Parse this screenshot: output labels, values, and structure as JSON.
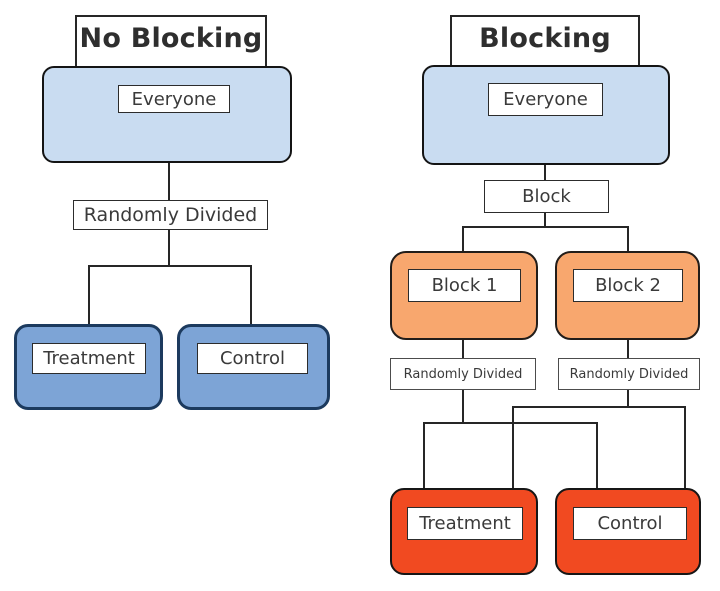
{
  "colors": {
    "background": "#ffffff",
    "light_blue": "#c9dcf1",
    "medium_blue": "#7da4d6",
    "medium_blue_border": "#1c3a5e",
    "orange": "#f8a76e",
    "red": "#f14a21",
    "line": "#262626",
    "text": "#3a3a3a"
  },
  "left_tree": {
    "title": "No Blocking",
    "root_label": "Everyone",
    "split_label": "Randomly Divided",
    "leaves": [
      {
        "label": "Treatment"
      },
      {
        "label": "Control"
      }
    ]
  },
  "right_tree": {
    "title": "Blocking",
    "root_label": "Everyone",
    "block_label": "Block",
    "blocks": [
      {
        "label": "Block 1"
      },
      {
        "label": "Block 2"
      }
    ],
    "splits": [
      {
        "label": "Randomly Divided"
      },
      {
        "label": "Randomly Divided"
      }
    ],
    "leaves": [
      {
        "label": "Treatment"
      },
      {
        "label": "Control"
      }
    ]
  }
}
